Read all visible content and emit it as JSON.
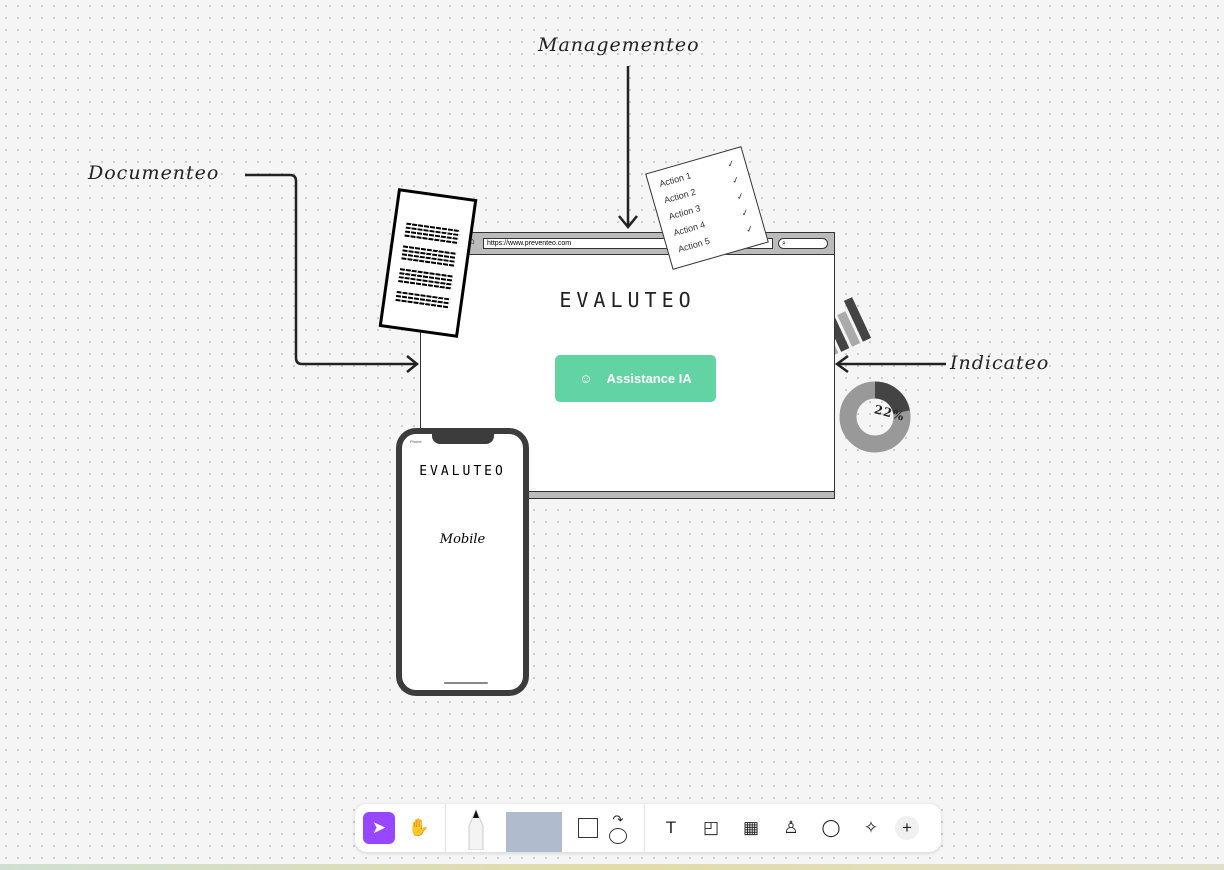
{
  "labels": {
    "documenteo": "Documenteo",
    "managementeo": "Managementeo",
    "indicateo": "Indicateo"
  },
  "browser": {
    "url": "https://www.preventeo.com",
    "title": "EVALUTEO",
    "button": "Assistance IA"
  },
  "checklist": [
    "Action 1",
    "Action 2",
    "Action 3",
    "Action 4",
    "Action 5"
  ],
  "donut": {
    "label": "22%",
    "percent": 22
  },
  "phone": {
    "status": "Phone",
    "title": "EVALUTEO",
    "subtitle": "Mobile"
  },
  "toolbar": {
    "accent": "#9747ff",
    "tools": [
      "move",
      "hand",
      "marker",
      "sticky",
      "shape",
      "text",
      "section",
      "table",
      "stamp",
      "comment",
      "ai",
      "more"
    ]
  }
}
